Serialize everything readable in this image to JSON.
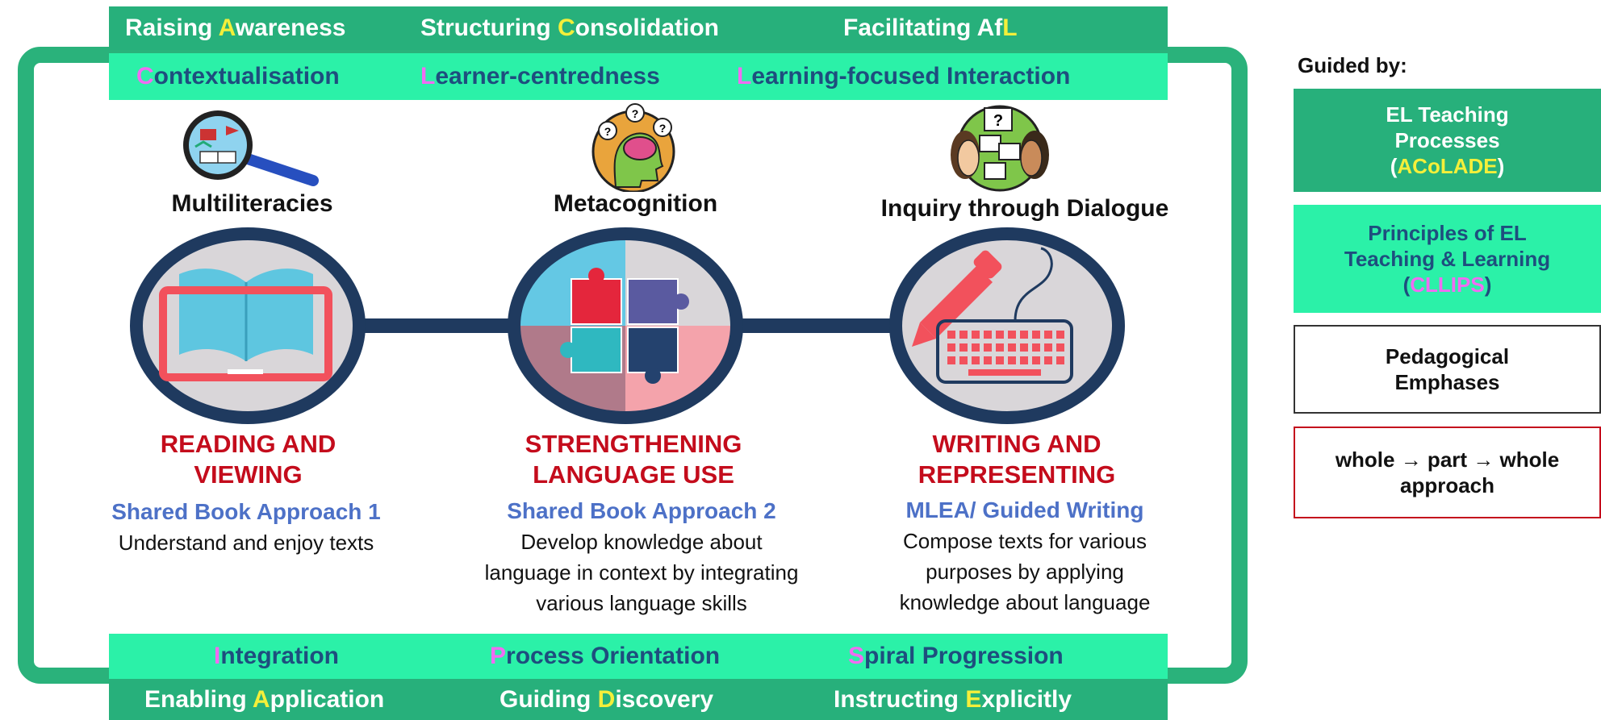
{
  "top_processes": [
    {
      "pre": "Raising ",
      "hl": "A",
      "post": "wareness"
    },
    {
      "pre": "Structuring ",
      "hl": "C",
      "post": "onsolidation"
    },
    {
      "pre": "Facilitating Af",
      "hl": "L",
      "post": ""
    }
  ],
  "top_principles": [
    {
      "pre": "",
      "hl": "C",
      "post": "ontextualisation"
    },
    {
      "pre": "",
      "hl": "L",
      "post": "earner-centredness"
    },
    {
      "pre": "",
      "hl": "L",
      "post": "earning-focused Interaction"
    }
  ],
  "bottom_principles": [
    {
      "pre": "",
      "hl": "I",
      "post": "ntegration"
    },
    {
      "pre": "",
      "hl": "P",
      "post": "rocess Orientation"
    },
    {
      "pre": "",
      "hl": "S",
      "post": "piral Progression"
    }
  ],
  "bottom_processes": [
    {
      "pre": "Enabling ",
      "hl": "A",
      "post": "pplication"
    },
    {
      "pre": "Guiding ",
      "hl": "D",
      "post": "iscovery"
    },
    {
      "pre": "Instructing ",
      "hl": "E",
      "post": "xplicitly"
    }
  ],
  "columns": [
    {
      "emphasis": "Multiliteracies",
      "strand_line1": "READING AND",
      "strand_line2": "VIEWING",
      "approach": "Shared Book Approach 1",
      "desc_line1": "Understand and enjoy texts",
      "desc_line2": "",
      "desc_line3": ""
    },
    {
      "emphasis": "Metacognition",
      "strand_line1": "STRENGTHENING",
      "strand_line2": "LANGUAGE USE",
      "approach": "Shared Book Approach 2",
      "desc_line1": "Develop knowledge about",
      "desc_line2": "language in context by integrating",
      "desc_line3": "various language skills"
    },
    {
      "emphasis": "Inquiry through Dialogue",
      "strand_line1": "WRITING AND",
      "strand_line2": "REPRESENTING",
      "approach": "MLEA/ Guided Writing",
      "desc_line1": "Compose texts for various",
      "desc_line2": "purposes by applying",
      "desc_line3": "knowledge about language"
    }
  ],
  "legend": {
    "title": "Guided by:",
    "box1_line1": "EL Teaching",
    "box1_line2": "Processes",
    "box1_open": "(",
    "box1_hl": "ACoLADE",
    "box1_close": ")",
    "box2_line1": "Principles of EL",
    "box2_line2": "Teaching & Learning",
    "box2_open": "(",
    "box2_hl": "CLLIPS",
    "box2_close": ")",
    "box3_line1": "Pedagogical",
    "box3_line2": "Emphases",
    "box4_line1": "whole → part → whole",
    "box4_line2": "approach"
  },
  "icon_text": {
    "question_mark": "?"
  },
  "colors": {
    "dark_green": "#27b07b",
    "light_green": "#2bf1a8",
    "highlight_yellow": "#f4ef3a",
    "highlight_pink": "#f06cf2",
    "strand_red": "#c40c1c",
    "approach_blue": "#4d71c7",
    "navy": "#1f3a5f"
  }
}
